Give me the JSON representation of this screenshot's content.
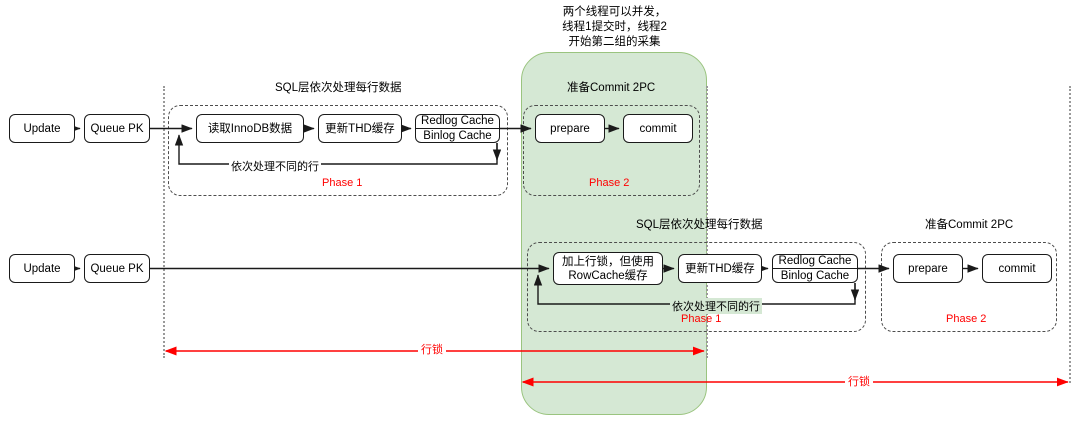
{
  "diagram": {
    "title_note": "两个线程可以并发，\n线程1提交时，线程2\n开始第二组的采集",
    "colors": {
      "green_band_fill": "#d5e8d4",
      "green_band_stroke": "#9ac47f",
      "phase_label": "#ff0000",
      "lock_arrow": "#ff0000",
      "node_stroke": "#1a1a1a",
      "guide_line": "#9a9a9a"
    },
    "captions": {
      "sql_layer": "SQL层依次处理每行数据",
      "commit_2pc": "准备Commit 2PC"
    },
    "phase_labels": {
      "phase1": "Phase 1",
      "phase2": "Phase 2"
    },
    "loop_label": "依次处理不同的行",
    "lock_label": "行锁",
    "rows": [
      {
        "name": "thread-1",
        "entry_nodes": [
          {
            "label": "Update"
          },
          {
            "label": "Queue PK"
          }
        ],
        "phase1_nodes": [
          {
            "label": "读取InnoDB数据"
          },
          {
            "label": "更新THD缓存"
          },
          {
            "label": "Redlog Cache",
            "label2": "Binlog Cache"
          }
        ],
        "phase2_nodes": [
          {
            "label": "prepare"
          },
          {
            "label": "commit"
          }
        ]
      },
      {
        "name": "thread-2",
        "entry_nodes": [
          {
            "label": "Update"
          },
          {
            "label": "Queue PK"
          }
        ],
        "phase1_nodes": [
          {
            "label": "加上行锁，但使用\nRowCache缓存"
          },
          {
            "label": "更新THD缓存"
          },
          {
            "label": "Redlog Cache",
            "label2": "Binlog Cache"
          }
        ],
        "phase2_nodes": [
          {
            "label": "prepare"
          },
          {
            "label": "commit"
          }
        ]
      }
    ],
    "lock_spans": [
      {
        "name": "row-lock-thread-1",
        "label": "行锁"
      },
      {
        "name": "row-lock-thread-2",
        "label": "行锁"
      }
    ]
  }
}
